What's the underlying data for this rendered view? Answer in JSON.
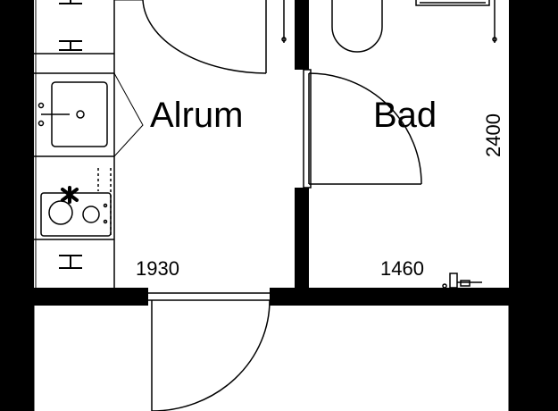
{
  "rooms": {
    "alrum": "Alrum",
    "bad": "Bad"
  },
  "dimensions": {
    "alrum_width": "1930",
    "bad_width": "1460",
    "bad_depth": "2400"
  },
  "colors": {
    "wall": "#000000",
    "line": "#000000",
    "background": "#ffffff"
  }
}
